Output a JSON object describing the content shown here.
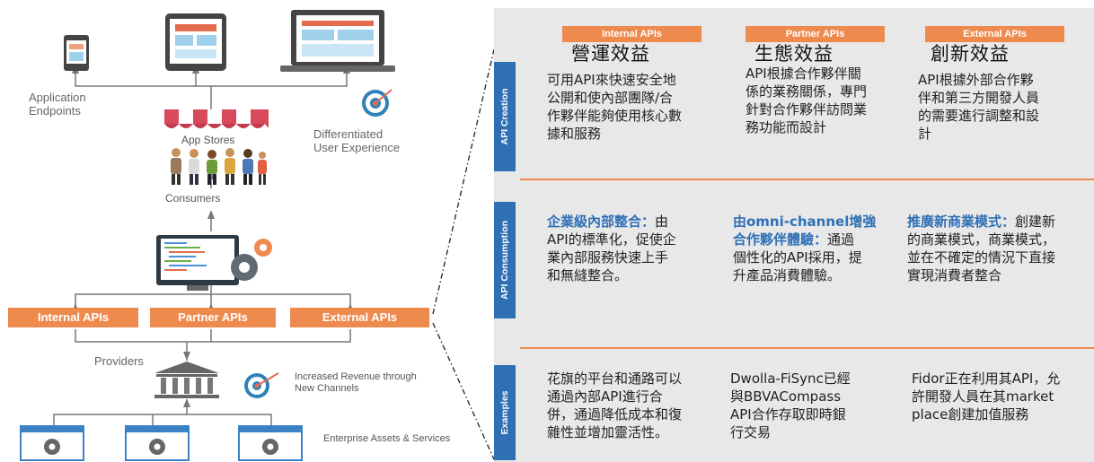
{
  "left": {
    "application_endpoints": [
      "Application",
      "Endpoints"
    ],
    "app_stores": "App Stores",
    "differentiated": [
      "Differentiated",
      "User Experience"
    ],
    "consumers": "Consumers",
    "api_buttons": [
      "Internal APIs",
      "Partner APIs",
      "External APIs"
    ],
    "providers": "Providers",
    "increased_revenue": [
      "Increased Revenue through",
      "New Channels"
    ],
    "enterprise_assets": "Enterprise Assets & Services"
  },
  "panel": {
    "columns": [
      {
        "tag": "Internal APIs",
        "title": "營運效益"
      },
      {
        "tag": "Partner APIs",
        "title": "生態效益"
      },
      {
        "tag": "External APIs",
        "title": "創新效益"
      }
    ],
    "rows": [
      {
        "label": "API Creation",
        "cells": [
          {
            "lines": [
              "可用API來快速安全地",
              "公開和使內部團隊/合",
              "作夥伴能夠使用核心數",
              "據和服務"
            ]
          },
          {
            "lines": [
              "API根據合作夥伴關",
              "係的業務關係，專門",
              "針對合作夥伴訪問業",
              "務功能而設計"
            ]
          },
          {
            "lines": [
              "API根據外部合作夥",
              "伴和第三方開發人員",
              "的需要進行調整和設",
              "計"
            ]
          }
        ]
      },
      {
        "label": "API Consumption",
        "cells": [
          {
            "highlight": "企業級內部整合：",
            "lines": [
              "由",
              "API的標準化，促使企",
              "業內部服務快速上手",
              "和無縫整合。"
            ]
          },
          {
            "highlight": "由omni-channel增強",
            "highlight2": "合作夥伴體驗：",
            "lines": [
              "通過",
              "個性化的API採用，提",
              "升產品消費體驗。"
            ]
          },
          {
            "highlight": "推廣新商業模式：",
            "lines": [
              "創建新",
              "的商業模式，商業模式，",
              "並在不確定的情況下直接",
              "實現消費者整合"
            ]
          }
        ]
      },
      {
        "label": "Examples",
        "cells": [
          {
            "lines": [
              "花旗的平台和通路可以",
              "通過內部API進行合",
              "併，通過降低成本和復",
              "雜性並增加靈活性。"
            ]
          },
          {
            "lines": [
              "Dwolla-FiSync已經",
              "與BBVACompass",
              "API合作存取即時銀",
              "行交易"
            ]
          },
          {
            "lines": [
              "Fidor正在利用其API，允",
              "許開發人員在其market",
              "place創建加值服務"
            ]
          }
        ]
      }
    ]
  },
  "colors": {
    "orange": "#ef8a4f",
    "blue": "#2f70b5",
    "panel_bg": "#e8e8e8",
    "gray_text": "#666666"
  }
}
